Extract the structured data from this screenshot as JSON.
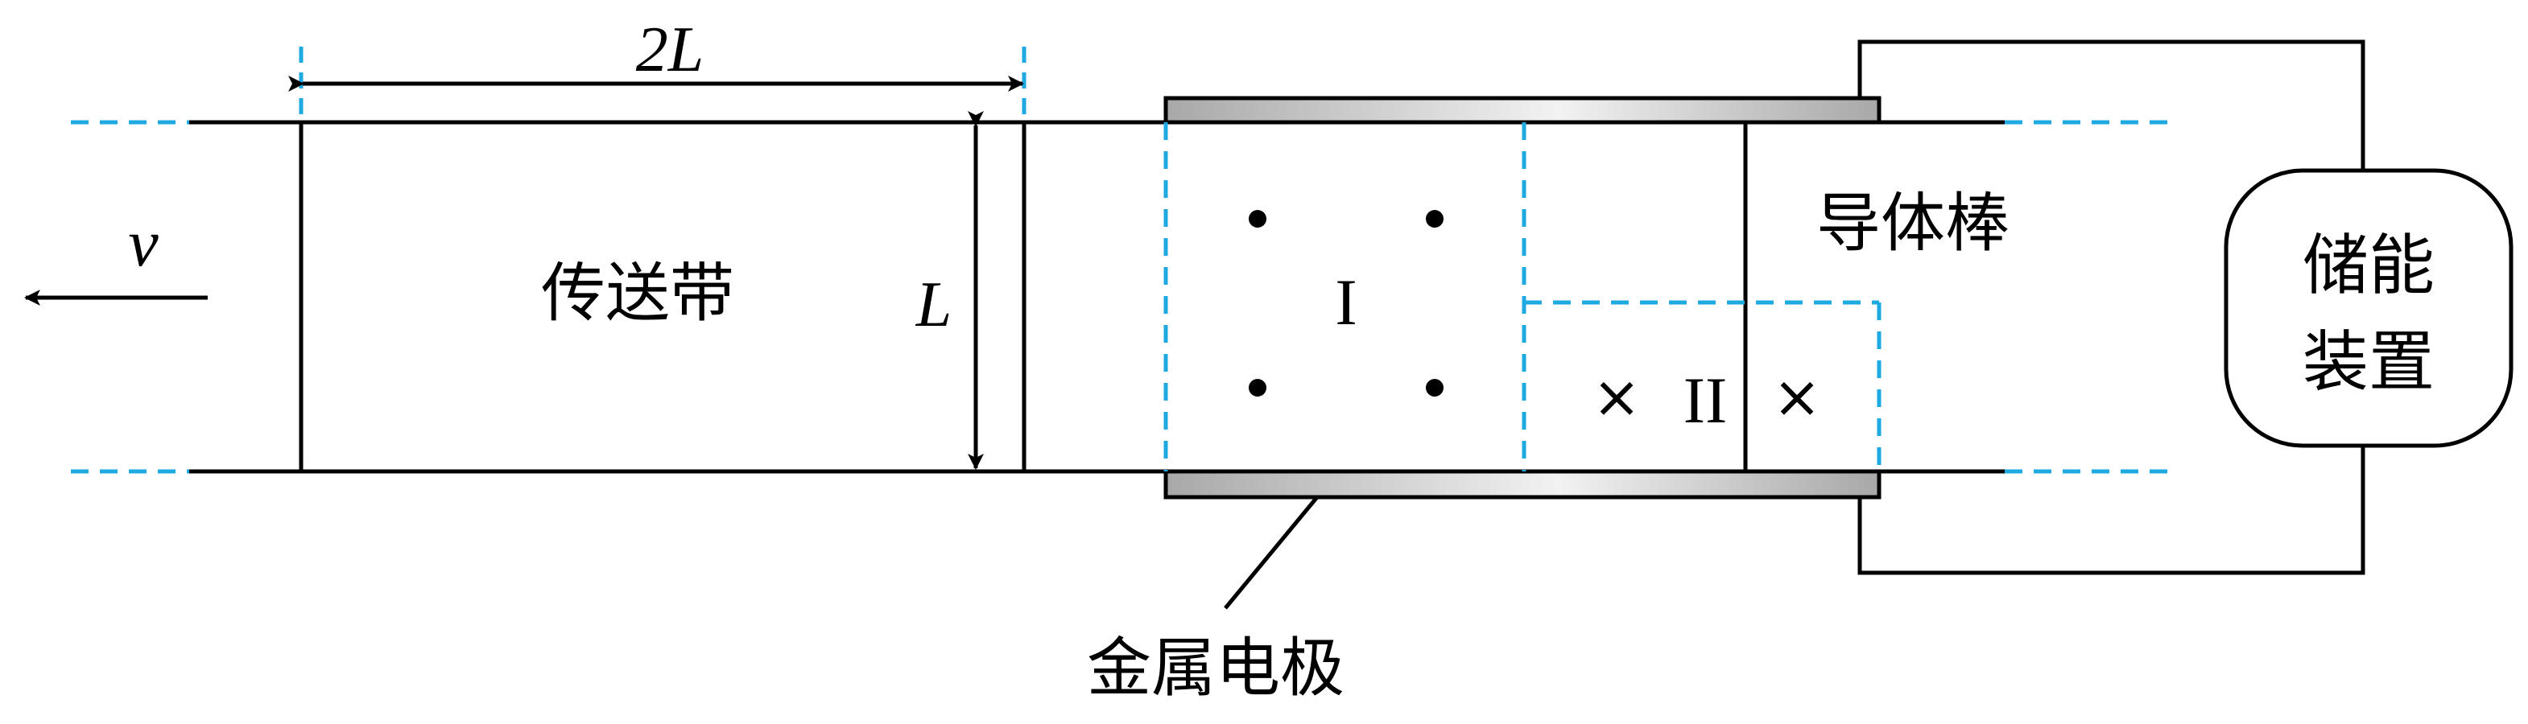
{
  "labels": {
    "velocity": "v",
    "belt": "传送带",
    "length_2L": "2L",
    "width_L": "L",
    "region_1": "I",
    "region_2": "II",
    "rod": "导体棒",
    "storage_line1": "储能",
    "storage_line2": "装置",
    "electrode": "金属电极"
  },
  "field_symbols": {
    "out_of_page": "•",
    "into_page": "×"
  },
  "colors": {
    "line": "#000000",
    "dashed_boundary": "#1ea9e0",
    "electrode_light": "#f2f2f2",
    "electrode_dark": "#a8a8a8"
  }
}
